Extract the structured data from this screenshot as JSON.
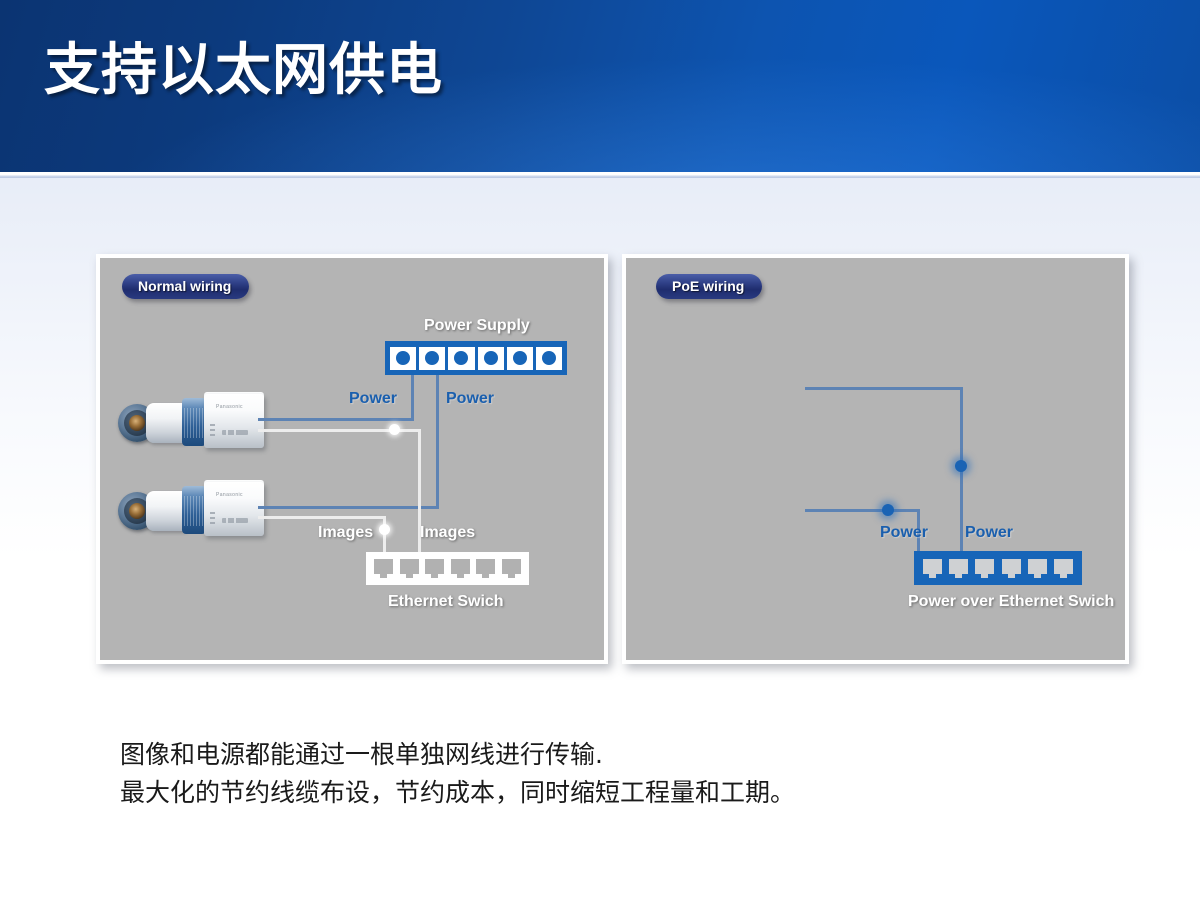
{
  "slide": {
    "title": "支持以太网供电",
    "background_gradient_top": "#d7e0f2",
    "header_color_dark": "#0b3472",
    "header_color_light": "#0a57bb"
  },
  "panels": {
    "normal": {
      "badge": "Normal wiring",
      "power_supply_label": "Power Supply",
      "power_supply_ports": 6,
      "switch_label": "Ethernet Swich",
      "switch_ports": 6,
      "wire_labels": {
        "power_left": "Power",
        "power_right": "Power",
        "images_left": "Images",
        "images_right": "Images"
      },
      "cameras": 2
    },
    "poe": {
      "badge": "PoE wiring",
      "switch_label": "Power over Ethernet Swich",
      "switch_ports": 6,
      "wire_labels": {
        "power_left": "Power",
        "power_right": "Power"
      }
    }
  },
  "colors": {
    "device_blue": "#1765b8",
    "wire_blue": "#5d83b4",
    "wire_white": "#ededed",
    "panel_grey": "#b4b4b4",
    "label_blue": "#1a5fae",
    "badge_blue": "#1f2d6e"
  },
  "bottom_text": {
    "line1": "图像和电源都能通过一根单独网线进行传输.",
    "line2": "最大化的节约线缆布设，节约成本，同时缩短工程量和工期。"
  }
}
